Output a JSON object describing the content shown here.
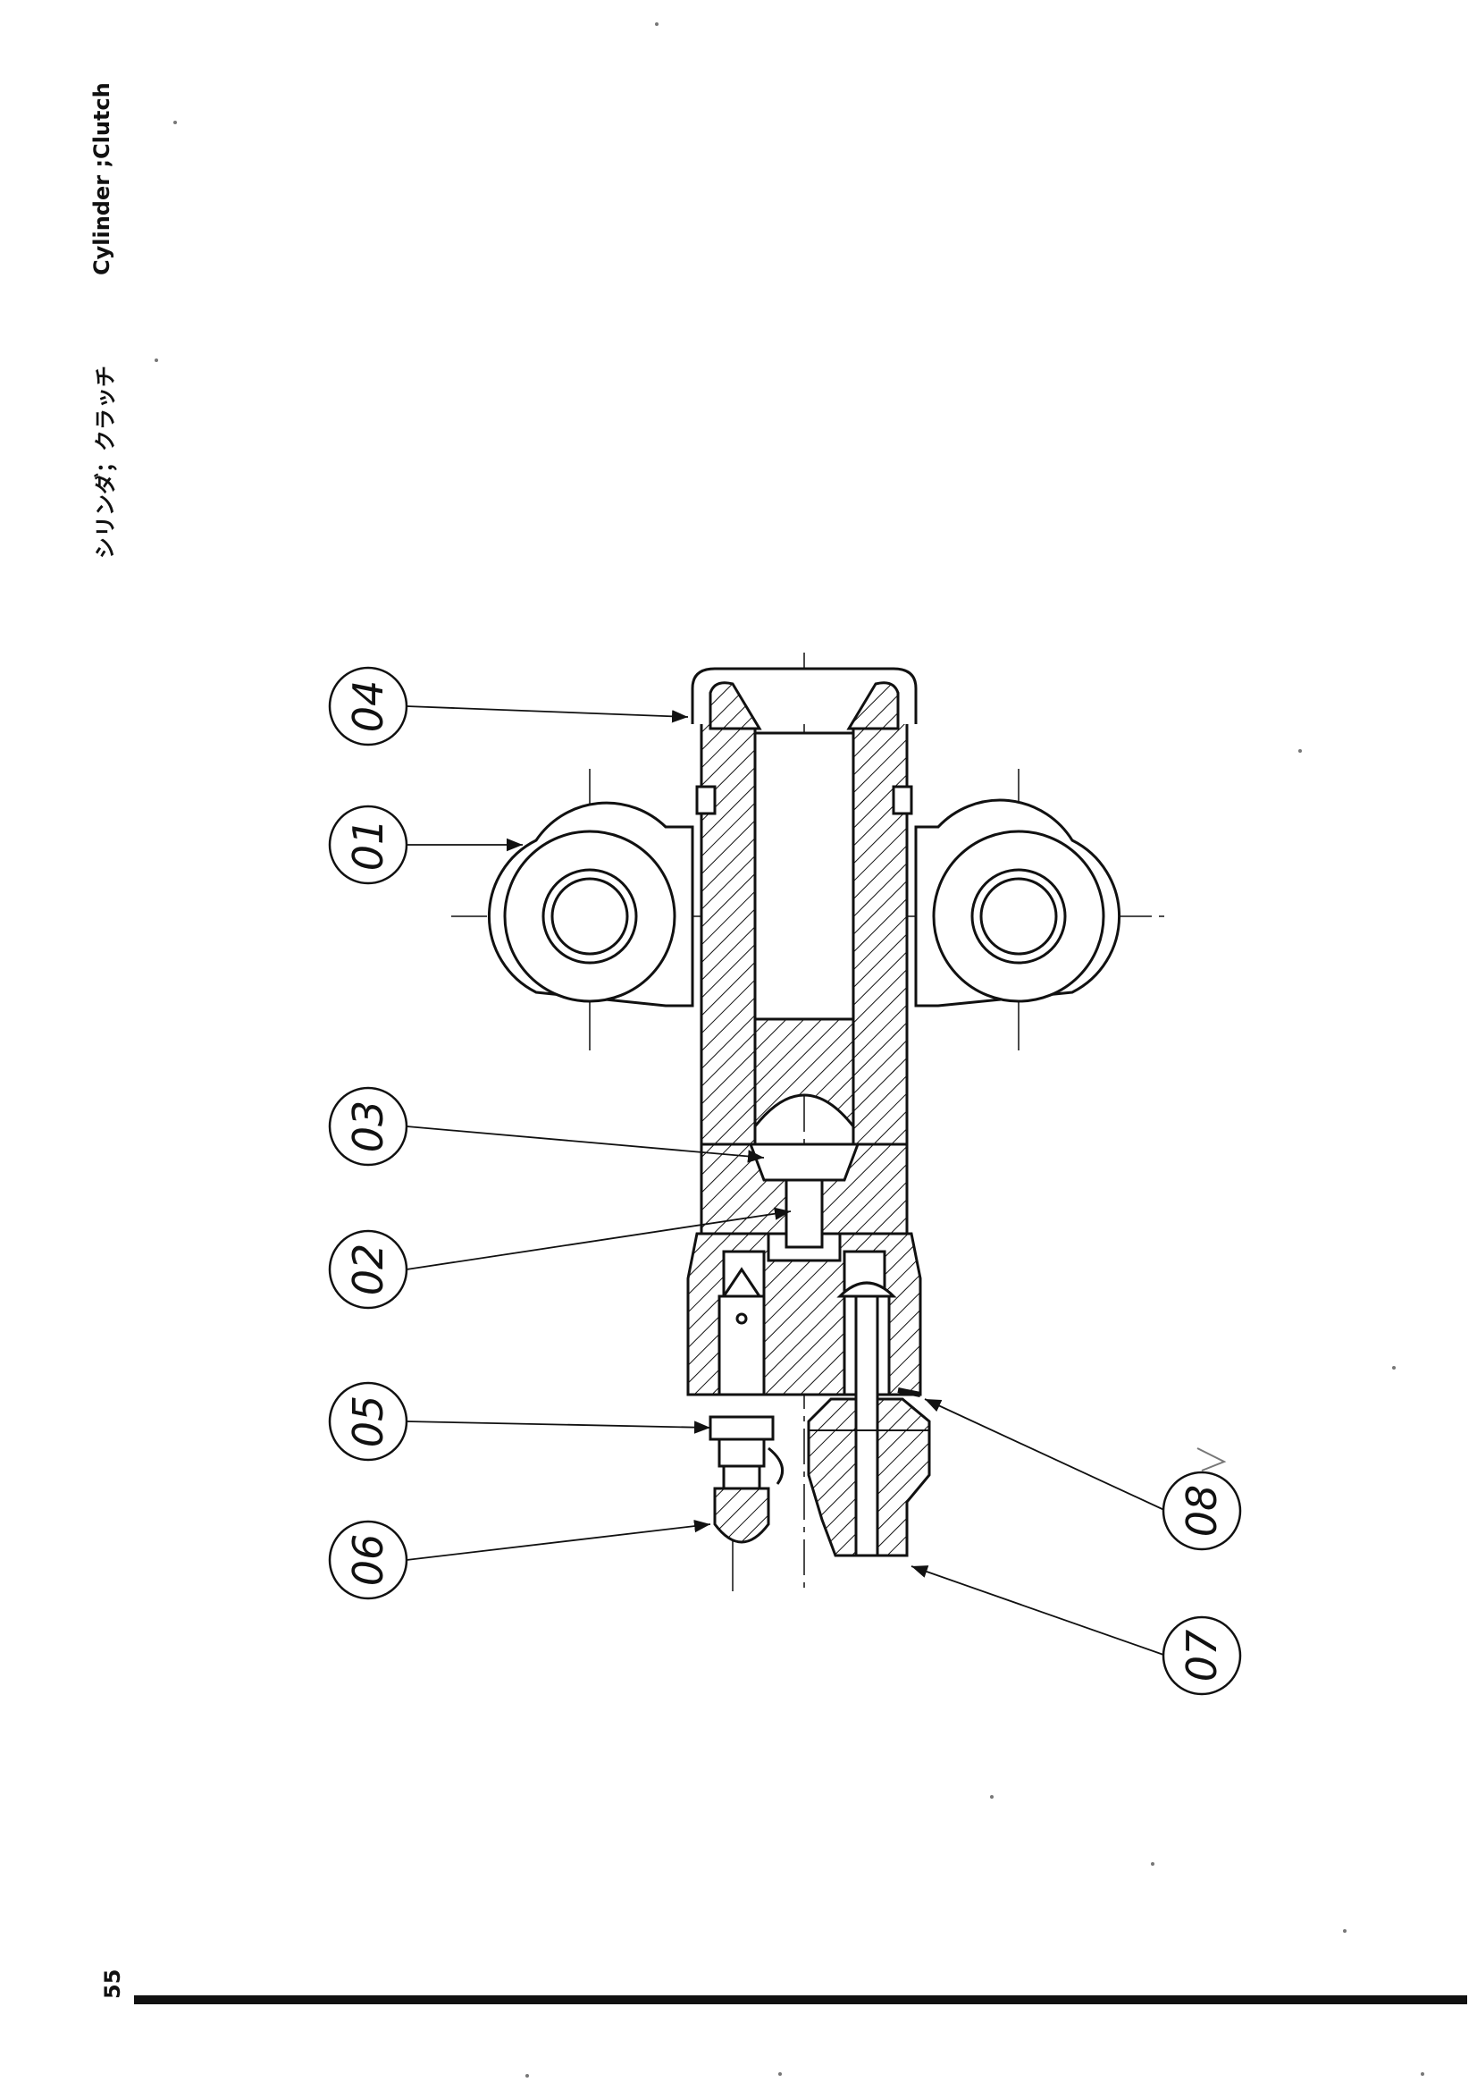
{
  "header": {
    "title_jp": "シリンダ；クラッチ",
    "title_en": "Cylinder ;Clutch"
  },
  "page_number": "55",
  "callouts": [
    {
      "id": "01",
      "label": "01"
    },
    {
      "id": "02",
      "label": "02"
    },
    {
      "id": "03",
      "label": "03"
    },
    {
      "id": "04",
      "label": "04"
    },
    {
      "id": "05",
      "label": "05"
    },
    {
      "id": "06",
      "label": "06"
    },
    {
      "id": "07",
      "label": "07"
    },
    {
      "id": "08",
      "label": "08"
    }
  ],
  "colors": {
    "ink": "#111111",
    "paper": "#ffffff"
  }
}
